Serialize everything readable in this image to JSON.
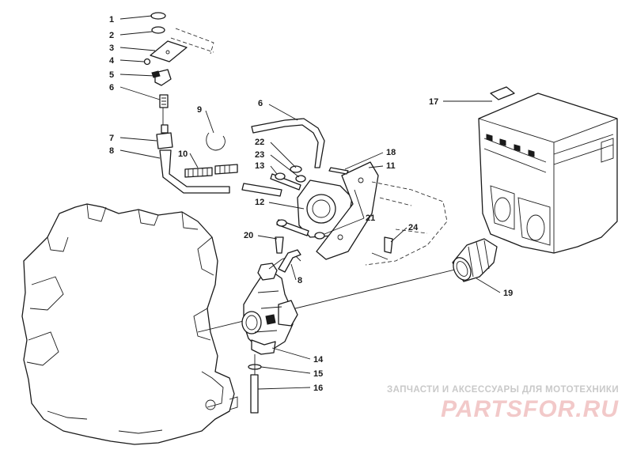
{
  "diagram": {
    "callouts": [
      {
        "id": "c1",
        "label": "1"
      },
      {
        "id": "c2",
        "label": "2"
      },
      {
        "id": "c3",
        "label": "3"
      },
      {
        "id": "c4",
        "label": "4"
      },
      {
        "id": "c5",
        "label": "5"
      },
      {
        "id": "c6a",
        "label": "6"
      },
      {
        "id": "c7",
        "label": "7"
      },
      {
        "id": "c8a",
        "label": "8"
      },
      {
        "id": "c9",
        "label": "9"
      },
      {
        "id": "c10",
        "label": "10"
      },
      {
        "id": "c6b",
        "label": "6"
      },
      {
        "id": "c22",
        "label": "22"
      },
      {
        "id": "c23",
        "label": "23"
      },
      {
        "id": "c13",
        "label": "13"
      },
      {
        "id": "c18",
        "label": "18"
      },
      {
        "id": "c11",
        "label": "11"
      },
      {
        "id": "c12",
        "label": "12"
      },
      {
        "id": "c21",
        "label": "21"
      },
      {
        "id": "c24",
        "label": "24"
      },
      {
        "id": "c20",
        "label": "20"
      },
      {
        "id": "c8b",
        "label": "8"
      },
      {
        "id": "c17",
        "label": "17"
      },
      {
        "id": "c19",
        "label": "19"
      },
      {
        "id": "c14",
        "label": "14"
      },
      {
        "id": "c15",
        "label": "15"
      },
      {
        "id": "c16",
        "label": "16"
      }
    ]
  },
  "watermark": {
    "caption": "ЗАПЧАСТИ И АКСЕССУАРЫ ДЛЯ МОТОТЕХНИКИ",
    "logo": "PARTSFOR.RU"
  }
}
